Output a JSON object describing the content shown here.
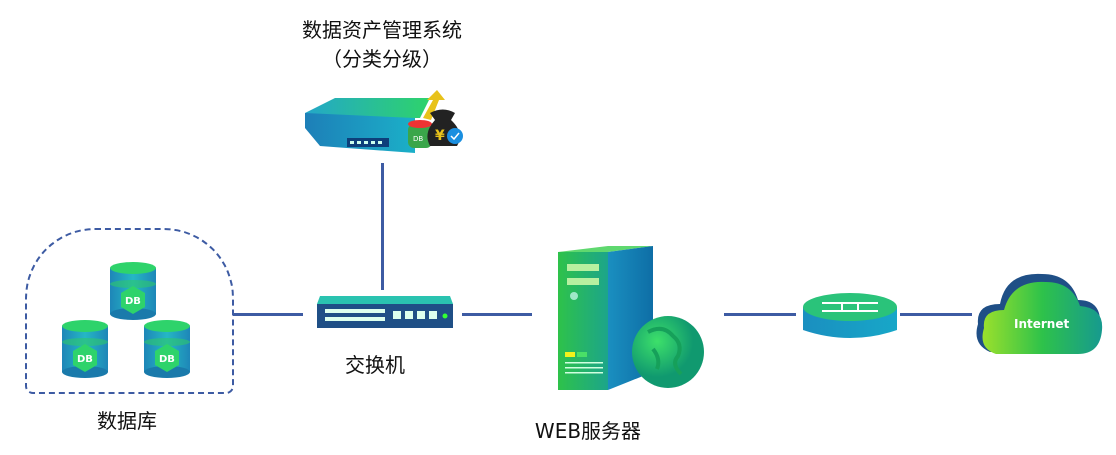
{
  "diagram": {
    "management_system": {
      "title_line1": "数据资产管理系统",
      "title_line2": "（分类分级）",
      "badge_text": "DB",
      "currency_symbol": "¥"
    },
    "switch": {
      "label": "交换机"
    },
    "database_group": {
      "label": "数据库",
      "db_icon_text": "DB"
    },
    "web_server": {
      "label": "WEB服务器"
    },
    "router": {
      "label": ""
    },
    "cloud": {
      "text": "Internet"
    },
    "colors": {
      "link": "#3d5ba3",
      "green": "#2ec24a",
      "blue": "#1a8fc0",
      "dashed_border": "#3d5ba3"
    }
  }
}
